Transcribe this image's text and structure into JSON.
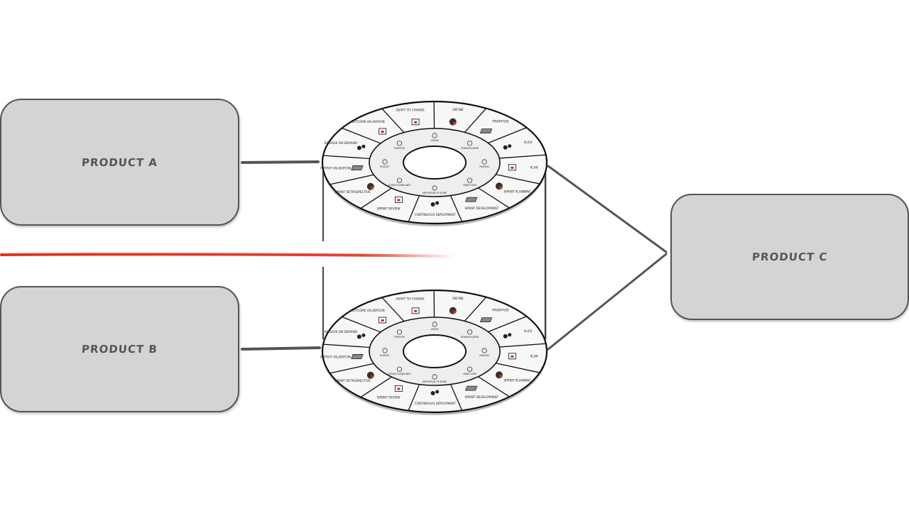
{
  "products": {
    "a": {
      "label": "PRODUCT A"
    },
    "b": {
      "label": "PRODUCT B"
    },
    "c": {
      "label": "PRODUCT C"
    }
  },
  "wheel": {
    "outer_segments": [
      "ADAPT TO CHANGE",
      "DEFINE",
      "PRIORITIZE",
      "SLICE",
      "PLAN",
      "SPRINT PLANNING",
      "SPRINT DEVELOPMENT",
      "CONTINUOUS DEPLOYMENT",
      "SPRINT REVIEW",
      "SPRINT RETROSPECTIVE",
      "OUTPUT VALIDATION",
      "RELEASE ON DEMAND",
      "OUTCOME VALIDATION"
    ],
    "inner_labels": [
      "VISION",
      "STAKEHOLDERS",
      "MISSION",
      "OBJECTIVES",
      "DEFINITION OF DONE",
      "SCRUM GUIDELINES",
      "BUDGET",
      "PURPOSE"
    ]
  },
  "colors": {
    "box_fill": "#d4d4d4",
    "box_border": "#555555",
    "connector": "#555555",
    "divider": "#e03020",
    "accent": "#cc2a1a"
  }
}
